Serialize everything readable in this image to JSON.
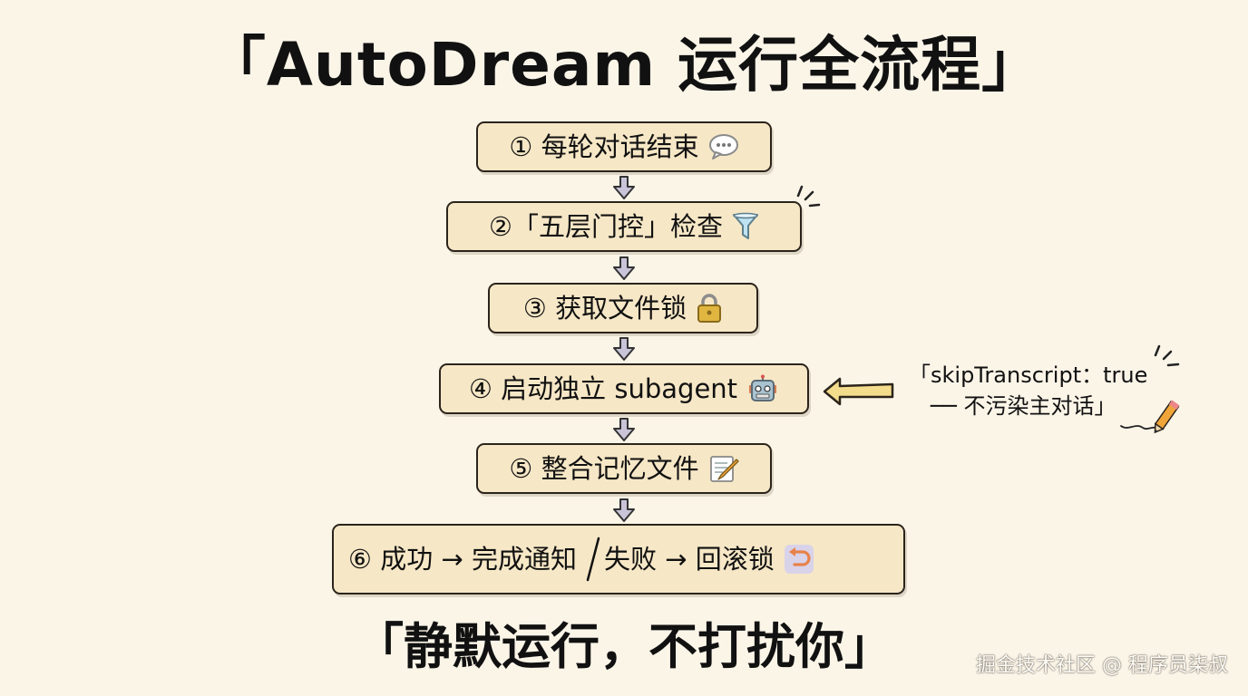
{
  "title": "「AutoDream 运行全流程」",
  "steps": [
    {
      "label": "① 每轮对话结束",
      "icon": "speech-bubble-icon"
    },
    {
      "label": "②「五层门控」检查",
      "icon": "funnel-icon"
    },
    {
      "label": "③ 获取文件锁",
      "icon": "padlock-icon"
    },
    {
      "label": "④ 启动独立 subagent",
      "icon": "robot-icon"
    },
    {
      "label": "⑤ 整合记忆文件",
      "icon": "memo-pencil-icon"
    }
  ],
  "step6": {
    "success": "⑥ 成功 → 完成通知",
    "failure": "失败 → 回滚锁",
    "icon": "undo-arrow-icon"
  },
  "note": {
    "line1": "「skipTranscript：true",
    "line2": "── 不污染主对话」",
    "icon": "pencil-icon"
  },
  "bottom_caption": "「静默运行，不打扰你」",
  "watermark": "掘金技术社区 @ 程序员柒叔",
  "colors": {
    "background": "#fbf5e8",
    "box_fill": "#f6e7c6",
    "box_border": "#2b241b",
    "arrow_fill": "#c9c4d8",
    "note_arrow_fill": "#f3dc8c"
  }
}
